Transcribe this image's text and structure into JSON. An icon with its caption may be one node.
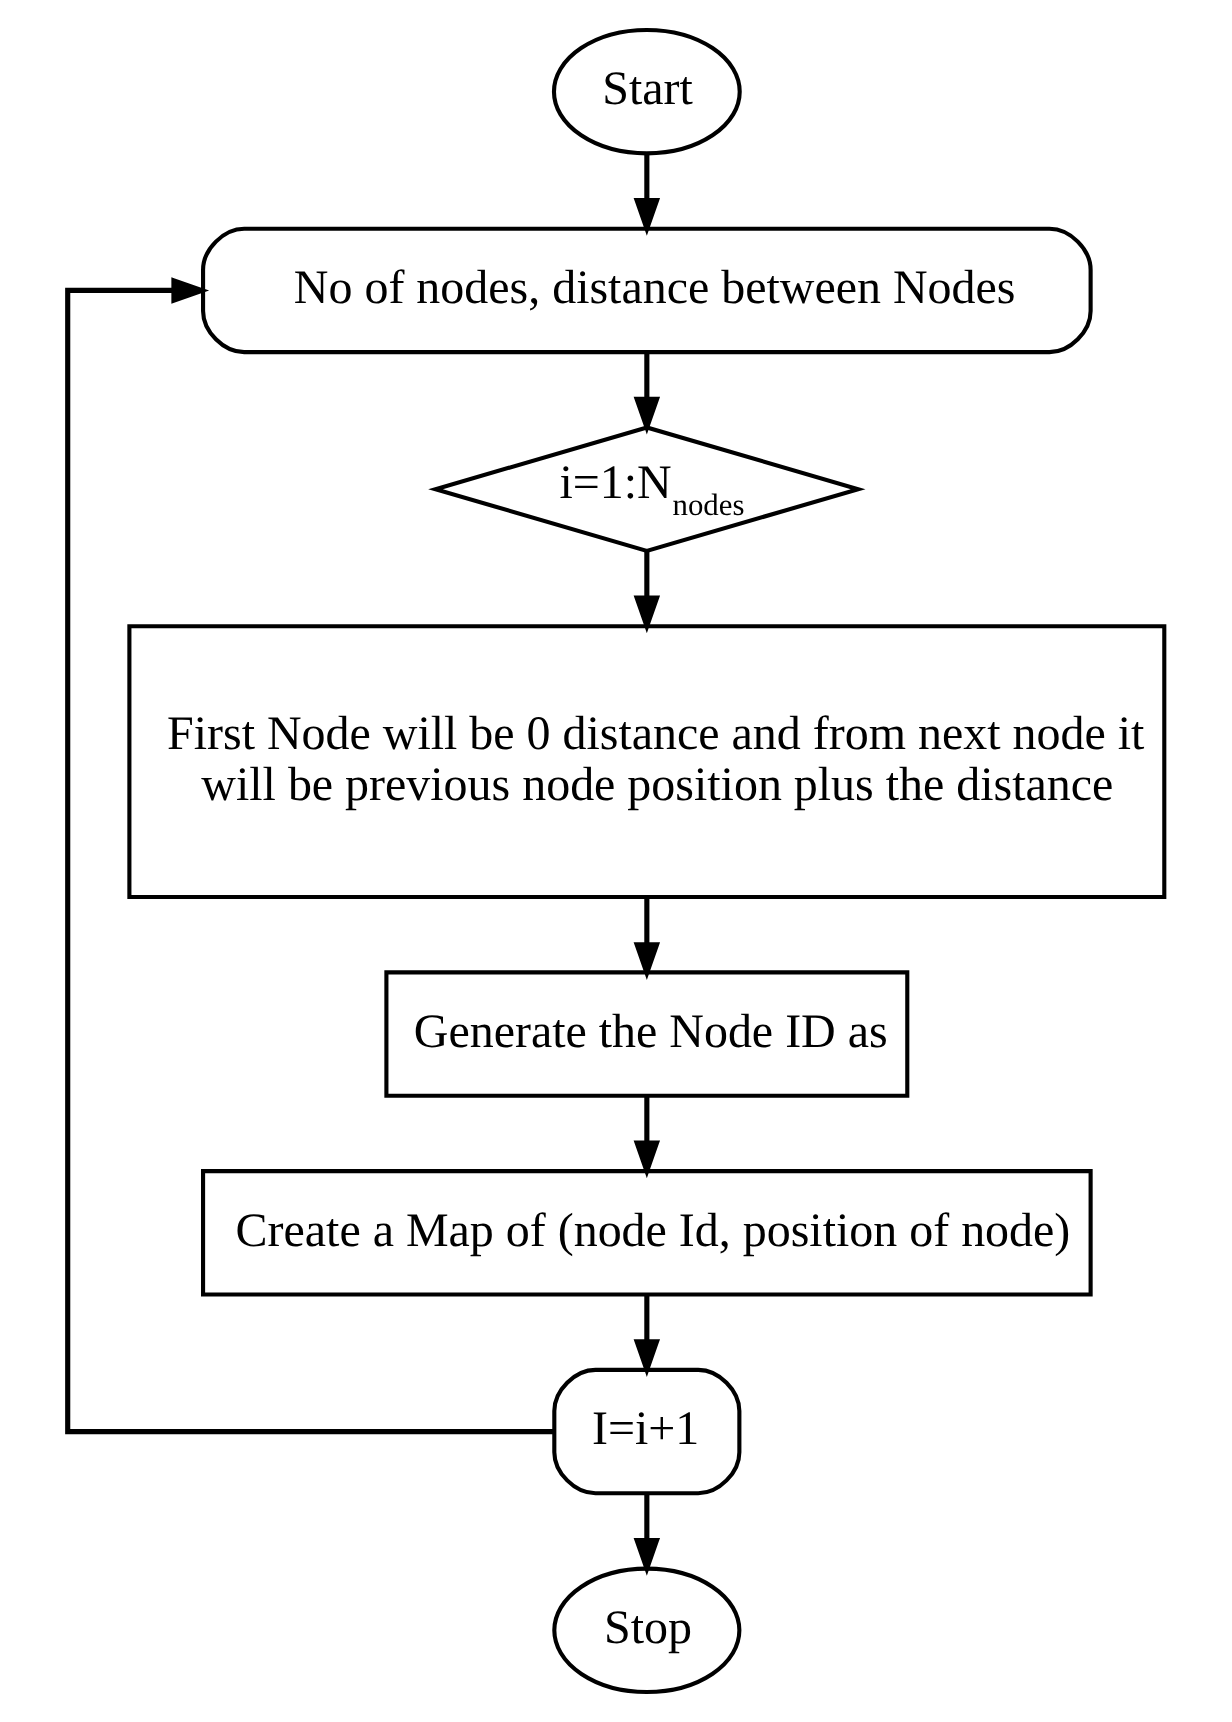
{
  "diagram": {
    "nodes": [
      {
        "text": [
          "Start"
        ]
      },
      {
        "text": [
          "No of nodes, distance between Nodes"
        ]
      },
      {
        "text": [
          "i=1:N$_{nodes}$"
        ]
      },
      {
        "text": [
          "First Node will be 0 distance and from next node it will be previous node position plus the distance"
        ]
      },
      {
        "text": [
          "Generate the Node ID as"
        ]
      },
      {
        "text": [
          "Create a Map of (node Id, position of node)"
        ]
      },
      {
        "text": [
          "I=i+1"
        ]
      },
      {
        "text": [
          "Stop"
        ]
      }
    ],
    "edges": [
      {
        "from": 0,
        "to": 1,
        "arrow": "to"
      },
      {
        "from": 1,
        "to": 2,
        "arrow": "to"
      },
      {
        "from": 2,
        "to": 3,
        "arrow": "to"
      },
      {
        "from": 3,
        "to": 4,
        "arrow": "to"
      },
      {
        "from": 4,
        "to": 5,
        "arrow": "to"
      },
      {
        "from": 5,
        "to": 6,
        "arrow": "to"
      },
      {
        "from": 6,
        "to": 7,
        "arrow": "to"
      },
      {
        "from": 6,
        "to": 1,
        "arrow": "to"
      }
    ]
  }
}
